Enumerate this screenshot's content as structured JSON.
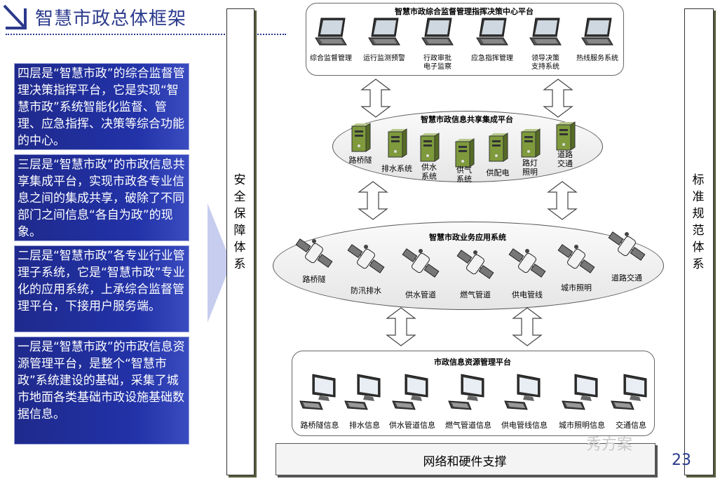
{
  "header": {
    "title": "智慧市政总体框架"
  },
  "left_blocks": [
    {
      "text": "四层是“智慧市政”的综合监督管理决策指挥平台，它是实现“智慧市政”系统智能化监督、管理、应急指挥、决策等综合功能的中心。"
    },
    {
      "text": "三层是“智慧市政”的市政信息共享集成平台，实现市政各专业信息之间的集成共享，破除了不同部门之间信息“各自为政”的现象。"
    },
    {
      "text": "二层是“智慧市政”各专业行业管理子系统，它是“智慧市政”专业化的应用系统，上承综合监督管理平台，下接用户服务端。"
    },
    {
      "text": "一层是“智慧市政”的市政信息资源管理平台，是整个“智慧市政”系统建设的基础，采集了城市地面各类基础市政设施基础数据信息。"
    }
  ],
  "side_left": {
    "label": "安全保障体系"
  },
  "side_right": {
    "label": "标准规范体系"
  },
  "layer4": {
    "title": "智慧市政综合监督管理指挥决策中心平台",
    "items": [
      "综合监督管理",
      "运行监测预警",
      "行政审批\n电子监察",
      "应急指挥管理",
      "领导决策\n支持系统",
      "热线服务系统"
    ]
  },
  "layer3": {
    "title": "智慧市政信息共享集成平台",
    "items": [
      "路桥隧",
      "排水系统",
      "供水\n系统",
      "供气\n系统",
      "供配电",
      "路灯\n照明",
      "道路\n交通"
    ]
  },
  "layer2": {
    "title": "智慧市政业务应用系统",
    "items": [
      "路桥隧",
      "防汛排水",
      "供水管道",
      "燃气管道",
      "供电管线",
      "城市照明",
      "道路交通"
    ]
  },
  "layer1": {
    "title": "市政信息资源管理平台",
    "items": [
      "路桥隧信息",
      "排水信息",
      "供水管道信息",
      "燃气管道信息",
      "供电管线信息",
      "城市照明信息",
      "交通信息"
    ]
  },
  "footer": {
    "network": "网络和硬件支撑",
    "page_number": "23",
    "watermark": "秀方案"
  },
  "icons": {
    "layer4": "laptop-icon",
    "layer3": "server-icon",
    "layer2": "satellite-icon",
    "layer1": "desktop-computer-icon"
  }
}
